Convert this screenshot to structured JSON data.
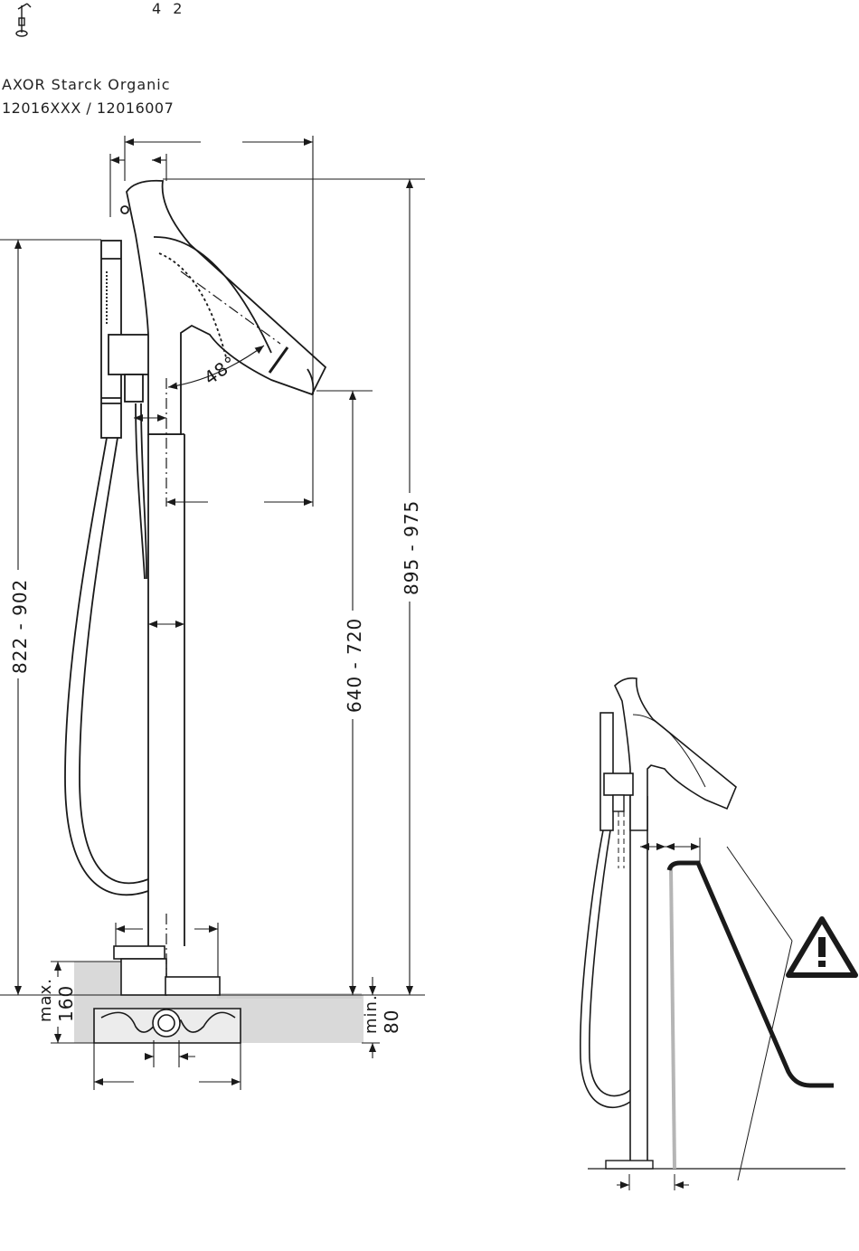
{
  "header": {
    "page_number": "4 2",
    "brand": "AXOR Starck Organic",
    "model": "12016XXX / 12016007"
  },
  "dimensions": {
    "total_height": "895 - 975",
    "hose_height": "822 - 902",
    "spout_height": "640 - 720",
    "angle": "48°",
    "max_label": "max.",
    "max_value": "160",
    "min_label": "min.",
    "min_value": "80"
  },
  "icons": {
    "product_icon": "faucet-icon",
    "warning_icon": "warning-triangle-icon"
  },
  "colors": {
    "line": "#1a1a1a",
    "floor_fill": "#d9d9d9",
    "warning_bg": "#ffffff"
  }
}
